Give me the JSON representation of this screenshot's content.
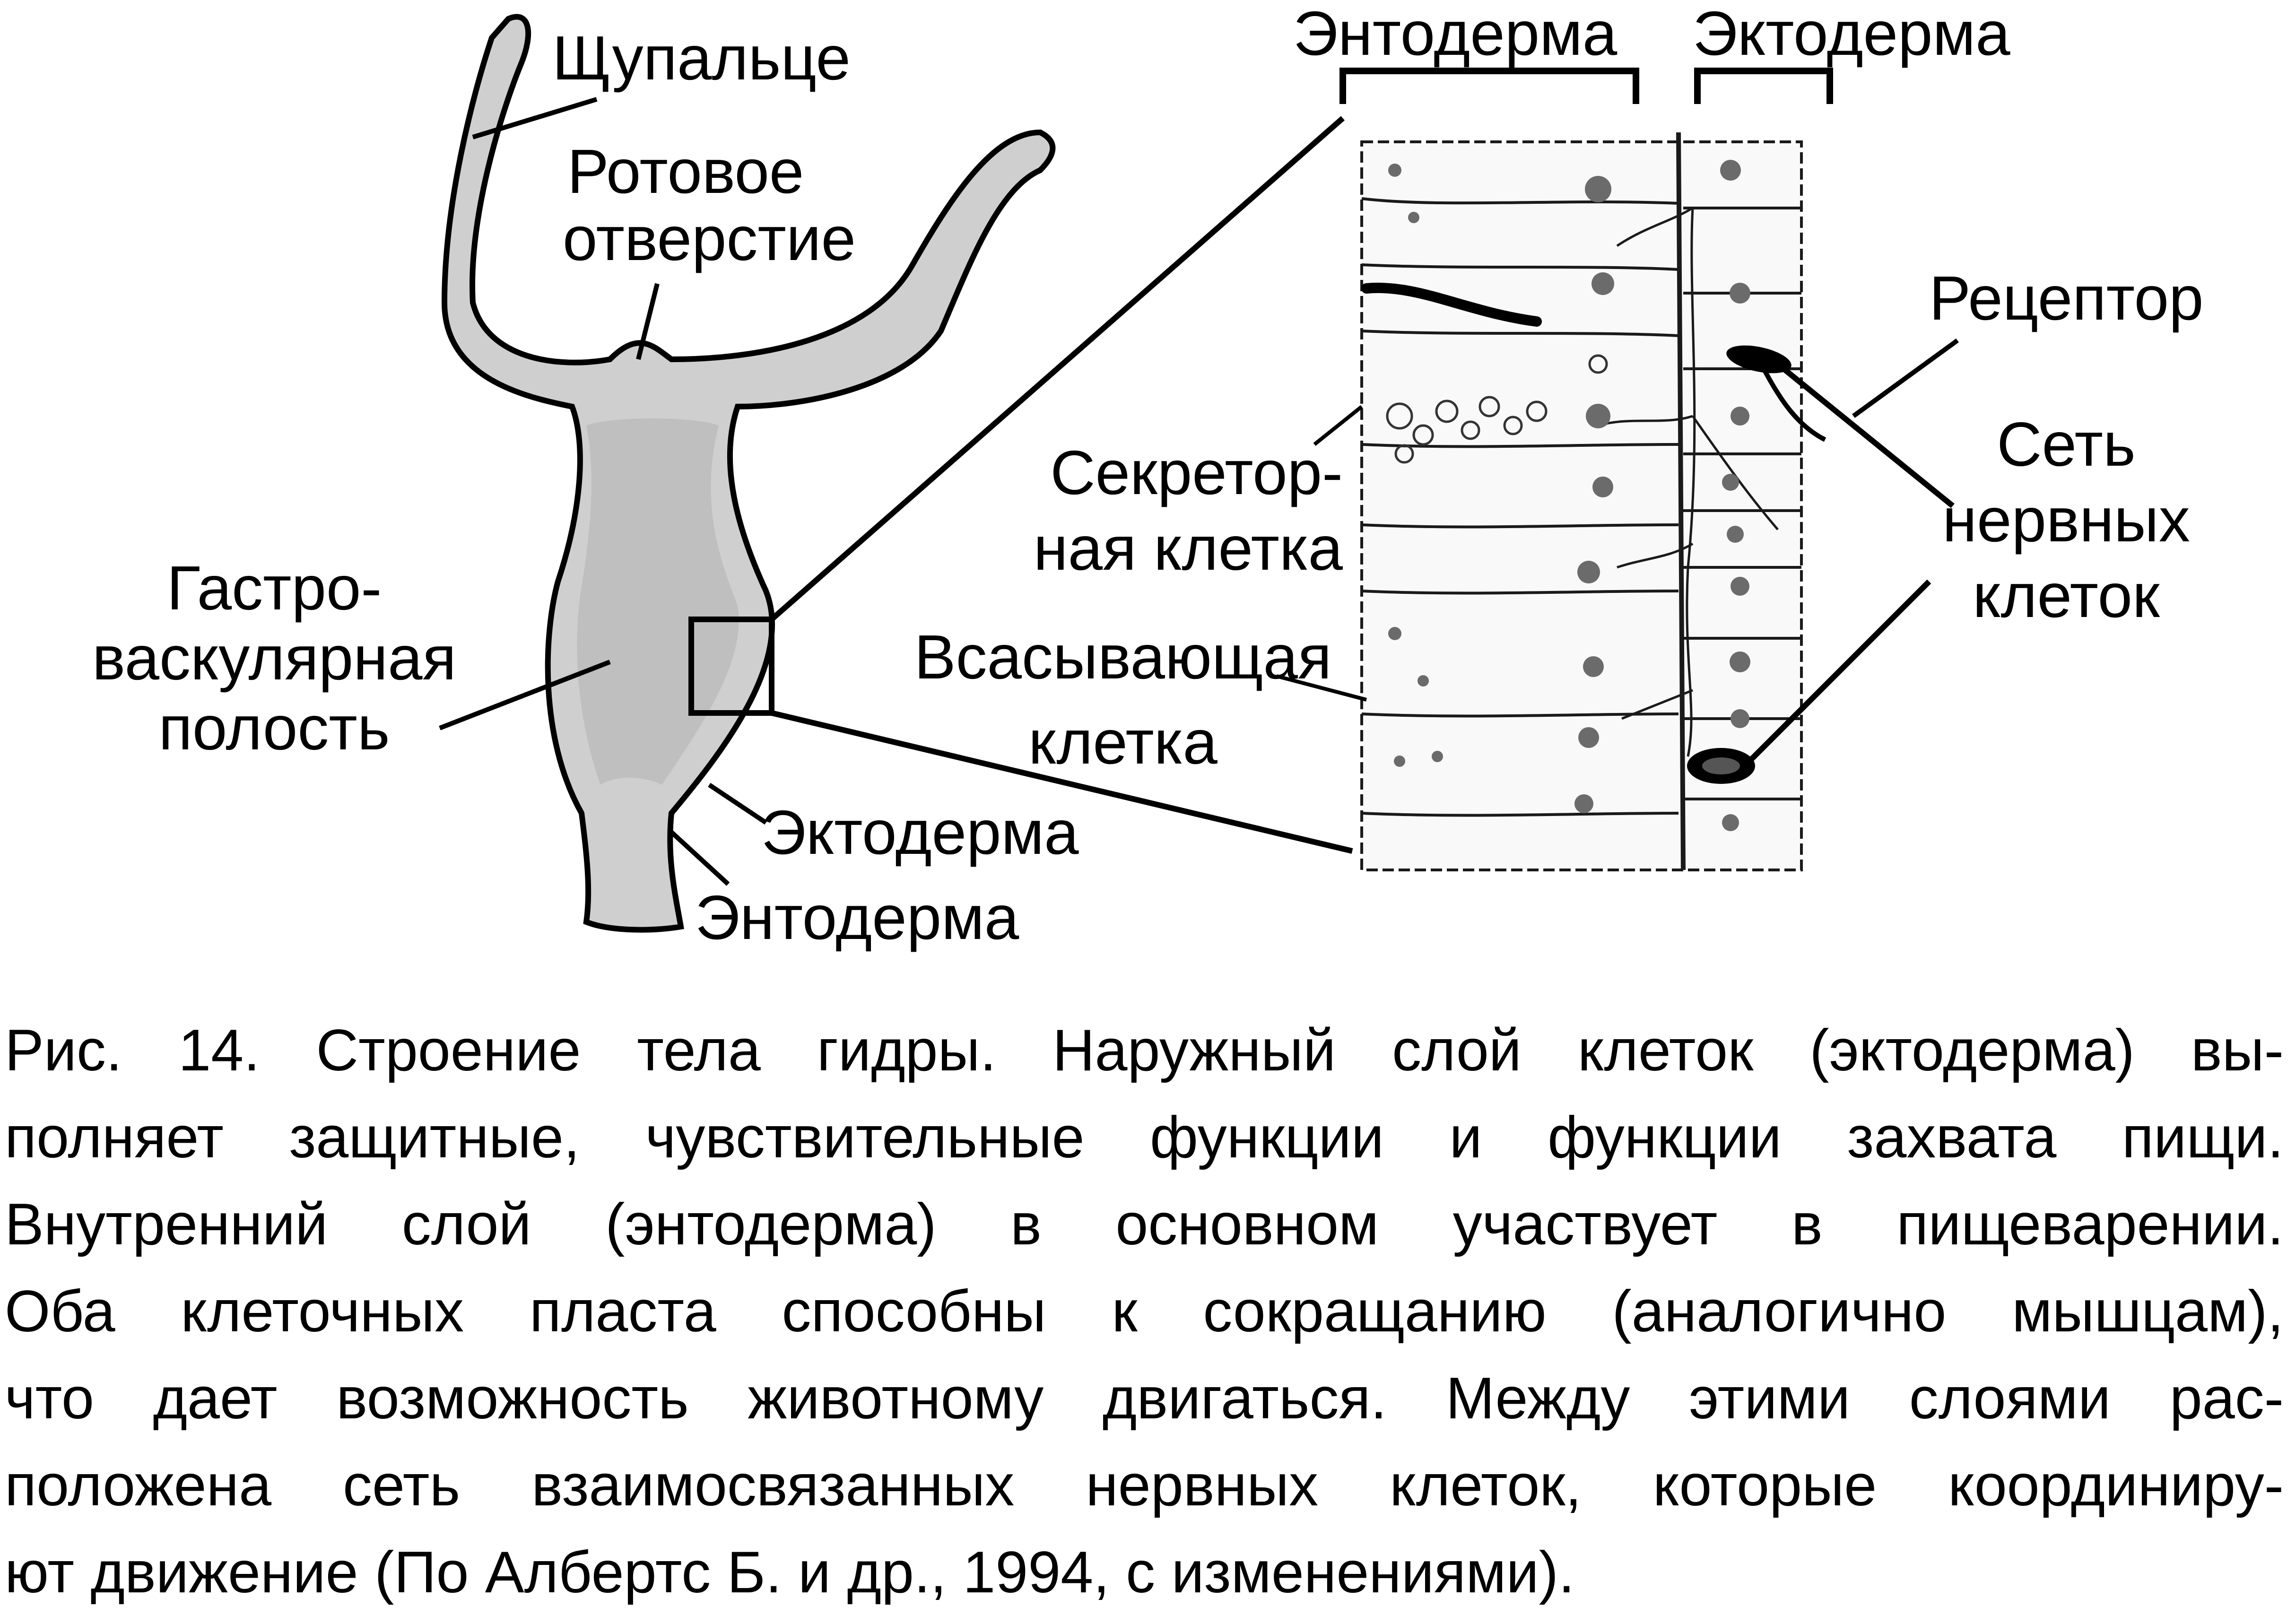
{
  "labels": {
    "tentacle": "Щупальце",
    "mouth_line1": "Ротовое",
    "mouth_line2": "отверстие",
    "gastro_line1": "Гастро-",
    "gastro_line2": "васкулярная",
    "gastro_line3": "полость",
    "ectoderm_body": "Эктодерма",
    "endoderm_body": "Энтодерма",
    "endoderm_top": "Энтодерма",
    "ectoderm_top": "Эктодерма",
    "receptor": "Рецептор",
    "nerve_line1": "Сеть",
    "nerve_line2": "нервных",
    "nerve_line3": "клеток",
    "secretory_line1": "Секретор-",
    "secretory_line2": "ная клетка",
    "absorbing_line1": "Всасывающая",
    "absorbing_line2": "клетка"
  },
  "caption": {
    "lines": [
      "Рис. 14. Строение тела гидры. Наружный слой клеток (эктодерма) вы-",
      "полняет защитные, чувствительные функции и функции захвата пищи.",
      "Внутренний слой (энтодерма) в основном участвует в пищеварении.",
      "Оба клеточных пласта способны к сокращанию (аналогично мышцам),",
      "что дает возможность животному двигаться. Между этими слоями  рас-",
      "положена сеть взаимосвязанных нервных клеток, которые координиру-",
      "ют движение (По Албертс Б. и др., 1994, с изменениями)."
    ]
  },
  "colors": {
    "body_fill": "#cfcfcf",
    "body_stroke": "#000000",
    "cell_stroke": "#1a1a1a",
    "nucleus": "#6b6b6b",
    "background": "#ffffff"
  }
}
